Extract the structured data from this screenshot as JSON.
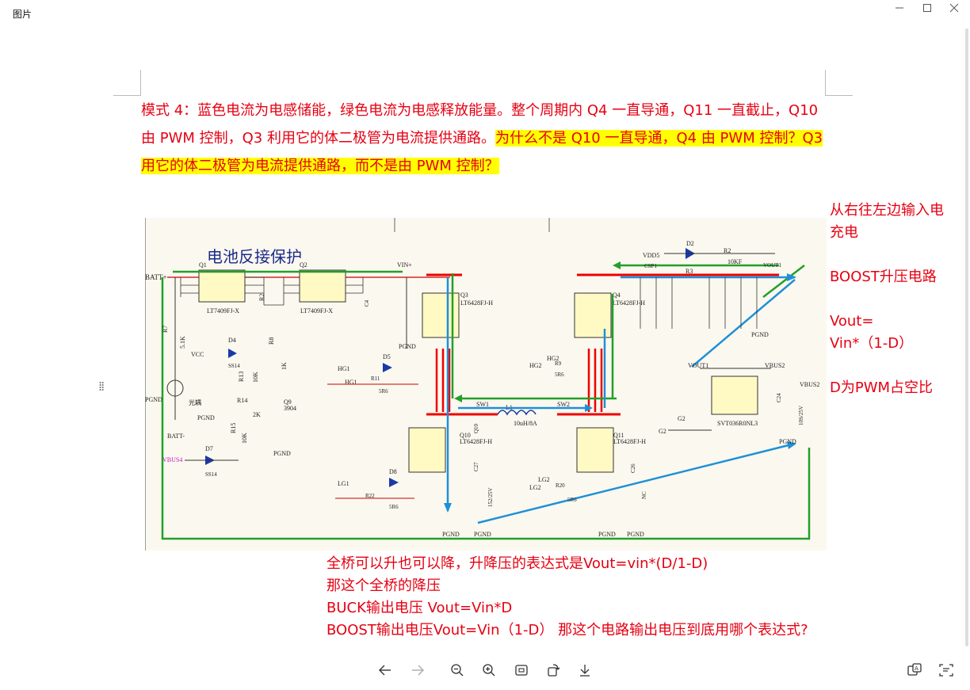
{
  "window": {
    "title": "图片",
    "controls": {
      "minimize": "—",
      "maximize": "☐",
      "close": "✕"
    }
  },
  "document": {
    "paragraph": {
      "normal": "模式 4：蓝色电流为电感储能，绿色电流为电感释放能量。整个周期内 Q4 一直导通，Q11 一直截止，Q10 由 PWM 控制，Q3 利用它的体二极管为电流提供通路。",
      "highlight": "为什么不是 Q10 一直导通，Q4 由 PWM 控制？Q3 用它的体二极管为电流提供通路，而不是由 PWM 控制？"
    },
    "right_notes": [
      "从右往左边输入电\n充电",
      "BOOST升压电路",
      "Vout=\nVin*（1-D）",
      "D为PWM占空比"
    ],
    "bottom_notes": [
      "全桥可以升也可以降，升降压的表达式是Vout=vin*(D/1-D)",
      "那这个全桥的降压",
      "BUCK输出电压 Vout=Vin*D",
      "BOOST输出电压Vout=Vin（1-D） 那这个电路输出电压到底用哪个表达式?"
    ]
  },
  "schematic": {
    "title": "电池反接保护",
    "labels": {
      "batt_plus": "BATT+",
      "batt_minus": "BATT-",
      "vin_plus": "VIN+",
      "vout1": "VOUT1",
      "vout1b": "VOUT1",
      "vdd5": "VDD5",
      "vbus2": "VBUS2",
      "vbus2_out": "VBUS2",
      "vbus4": "VBUS4",
      "sw1": "SW1",
      "sw2": "SW2",
      "l1": "L1",
      "l1_val": "10uH/8A",
      "q1": "Q1",
      "q1_part": "LT7409FJ-X",
      "q2": "Q2",
      "q2_part": "LT7409FJ-X",
      "q3": "Q3",
      "q3_part": "LT6428FJ-H",
      "q4": "Q4",
      "q4_part": "LT6428FJ-H",
      "q10": "Q10",
      "q10_part": "LT6428FJ-H",
      "q11": "Q11",
      "q11_part": "LT6428FJ-H",
      "q12": "SVT036R0NL3",
      "q9": "Q9",
      "q9_part": "3904",
      "hg1": "HG1",
      "hg2": "HG2",
      "lg1": "LG1",
      "lg2": "LG2",
      "g2": "G2",
      "vcc": "VCC",
      "pgnd": "PGND",
      "d2": "D2",
      "d4": "D4",
      "d5": "D5",
      "d7": "D7",
      "d8": "D8",
      "ss14": "SS14",
      "r2": "R2",
      "r2_val": "10KF",
      "r3": "R3",
      "r7": "R7",
      "r7_val": "5.1K",
      "r8": "R8",
      "r8_val": "1K",
      "r9": "R9",
      "r9_val": "5R6",
      "r11": "R11",
      "r11_val": "5R6",
      "r13": "R13",
      "r13_val": "10K",
      "r14": "R14",
      "r14_val": "2K",
      "r15": "R15",
      "r15_val": "10K",
      "r20": "R20",
      "r20_val": "5R6",
      "r22": "R22",
      "r22_val": "5R6",
      "c4": "C4",
      "c24": "C24",
      "c24_val": "10S/25V",
      "c26": "C26",
      "c27": "C27",
      "c27_val": "152/25V",
      "nc": "NC",
      "optocoupler": "光耦",
      "csp1": "CSP1"
    }
  },
  "toolbar": {
    "prev": "prev-arrow",
    "next": "next-arrow",
    "zoom_out": "zoom-out",
    "zoom_in": "zoom-in",
    "fit": "fit-screen",
    "rotate": "rotate",
    "download": "download",
    "translate": "translate",
    "ocr": "extract-text"
  }
}
